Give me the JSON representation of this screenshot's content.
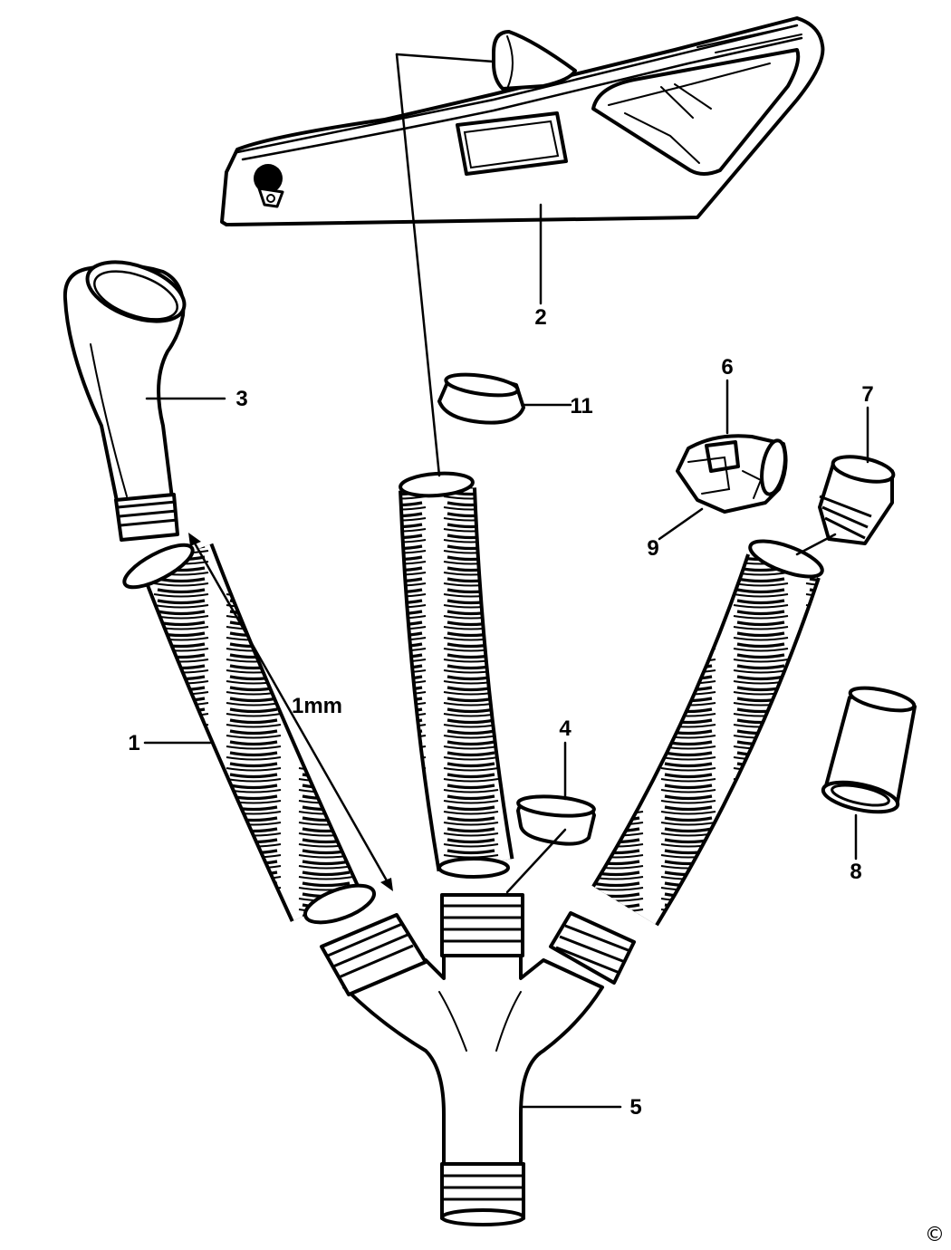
{
  "callouts": {
    "c1": "1",
    "c2": "2",
    "c3": "3",
    "c4": "4",
    "c5": "5",
    "c6": "6",
    "c7": "7",
    "c8": "8",
    "c9": "9",
    "c11": "11"
  },
  "dimension_label": "1mm",
  "copyright_mark": "©"
}
